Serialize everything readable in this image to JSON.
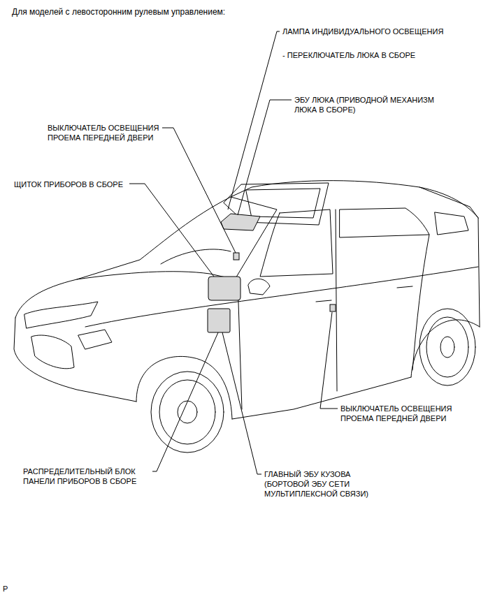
{
  "diagram": {
    "title": "Для моделей с левосторонним рулевым управлением:",
    "labels": [
      "ЛАМПА ИНДИВИДУАЛЬНОГО ОСВЕЩЕНИЯ",
      "- ПЕРЕКЛЮЧАТЕЛЬ ЛЮКА В СБОРЕ",
      "ЭБУ ЛЮКА (ПРИВОДНОЙ МЕХАНИЗМ ЛЮКА В СБОРЕ)",
      "ВЫКЛЮЧАТЕЛЬ ОСВЕЩЕНИЯ ПРОЕМА ПЕРЕДНЕЙ ДВЕРИ",
      "ЩИТОК ПРИБОРОВ В СБОРЕ",
      "ВЫКЛЮЧАТЕЛЬ ОСВЕЩЕНИЯ ПРОЕМА ПЕРЕДНЕЙ ДВЕРИ",
      "РАСПРЕДЕЛИТЕЛЬНЫЙ БЛОК ПАНЕЛИ ПРИБОРОВ В СБОРЕ",
      "ГЛАВНЫЙ ЭБУ КУЗОВА (БОРТОВОЙ ЭБУ СЕТИ МУЛЬТИПЛЕКСНОЙ СВЯЗИ)",
      "P"
    ]
  }
}
